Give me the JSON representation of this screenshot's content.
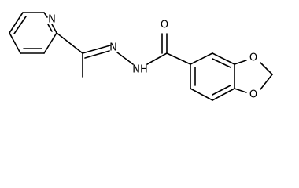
{
  "diagram": {
    "atoms": {
      "pyridine_n": "N",
      "hydrazone_n": "N",
      "amide_nh": "NH",
      "carbonyl_o": "O",
      "dioxole_o_top": "O",
      "dioxole_o_bottom": "O"
    },
    "colors": {
      "ink": "#000000",
      "background": "#ffffff"
    }
  }
}
